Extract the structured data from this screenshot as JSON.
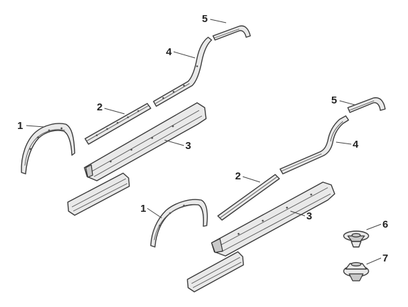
{
  "callouts": {
    "left": {
      "n1": "1",
      "n2": "2",
      "n3": "3",
      "n4": "4",
      "n5": "5"
    },
    "right": {
      "n1": "1",
      "n2": "2",
      "n3": "3",
      "n4": "4",
      "n5": "5",
      "n6": "6",
      "n7": "7"
    }
  }
}
